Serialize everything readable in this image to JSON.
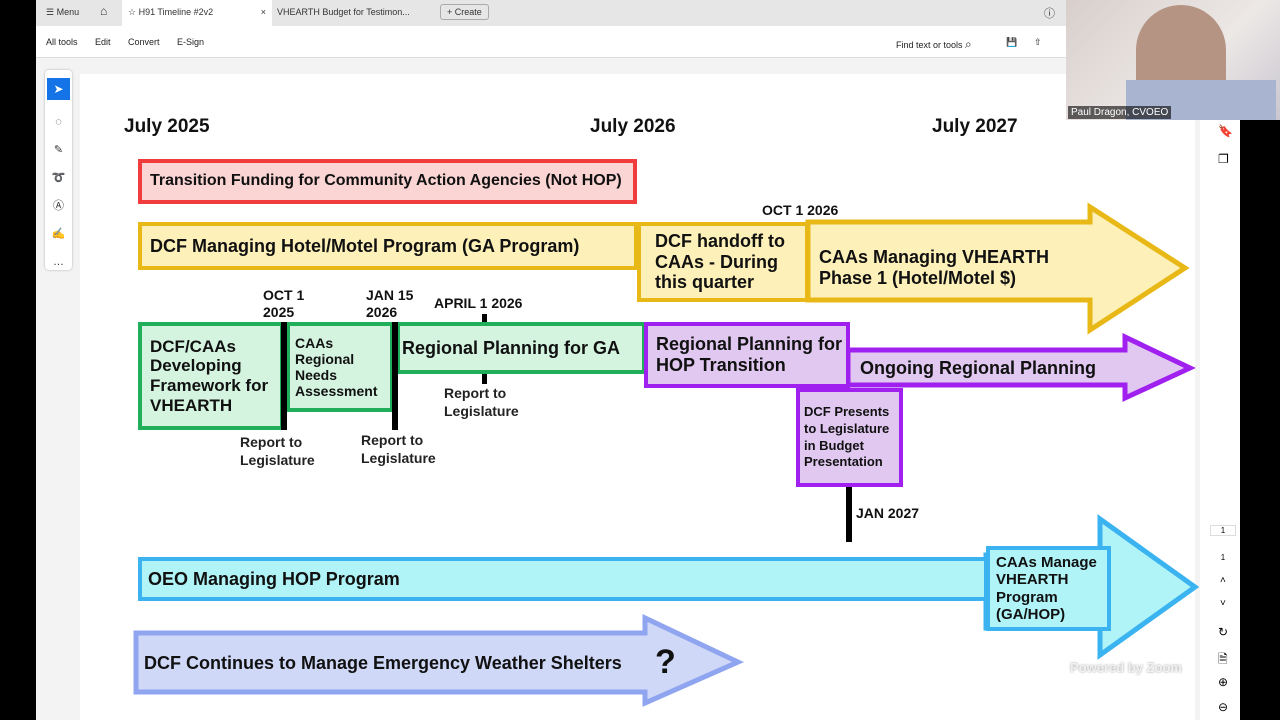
{
  "app": {
    "menu_label": "Menu",
    "tabs": [
      {
        "label": "H91 Timeline #2v2",
        "active": true
      },
      {
        "label": "VHEARTH  Budget for Testimon..."
      }
    ],
    "create_label": "Create",
    "toolbar": [
      "All tools",
      "Edit",
      "Convert",
      "E-Sign"
    ],
    "find_label": "Find text or tools",
    "page_numbers": [
      "1",
      "1"
    ]
  },
  "video": {
    "participant": "Paul Dragon, CVOEO",
    "watermark": "Powered by Zoom"
  },
  "timeline": {
    "headers": [
      "July 2025",
      "July 2026",
      "July 2027"
    ],
    "red": "Transition Funding for Community Action Agencies (Not HOP)",
    "yellow": [
      "DCF Managing Hotel/Motel Program (GA Program)",
      "DCF handoff to CAAs - During this quarter",
      "CAAs Managing VHEARTH Phase 1 (Hotel/Motel $)"
    ],
    "oct_2026": "OCT 1 2026",
    "green": [
      "DCF/CAAs Developing Framework for VHEARTH",
      "CAAs Regional Needs Assessment",
      "Regional Planning for GA"
    ],
    "dates": {
      "oct_2025": "OCT 1 2025",
      "jan_2026": "JAN 15 2026",
      "apr_2026": "APRIL 1 2026",
      "jan_2027": "JAN 2027"
    },
    "report": "Report to Legislature",
    "purple": [
      "Regional Planning for HOP Transition",
      "Ongoing Regional Planning",
      "DCF Presents to Legislature in Budget Presentation"
    ],
    "cyan": [
      "OEO Managing HOP Program",
      "CAAs Manage VHEARTH Program (GA/HOP)"
    ],
    "blue": "DCF Continues to Manage Emergency Weather Shelters",
    "question": "?",
    "colors": {
      "red": "#f03c3c",
      "yellow": "#e8b817",
      "green": "#1fae5a",
      "purple": "#a020f0",
      "cyan": "#3ab3f0",
      "blue": "#8fa5f0"
    }
  }
}
